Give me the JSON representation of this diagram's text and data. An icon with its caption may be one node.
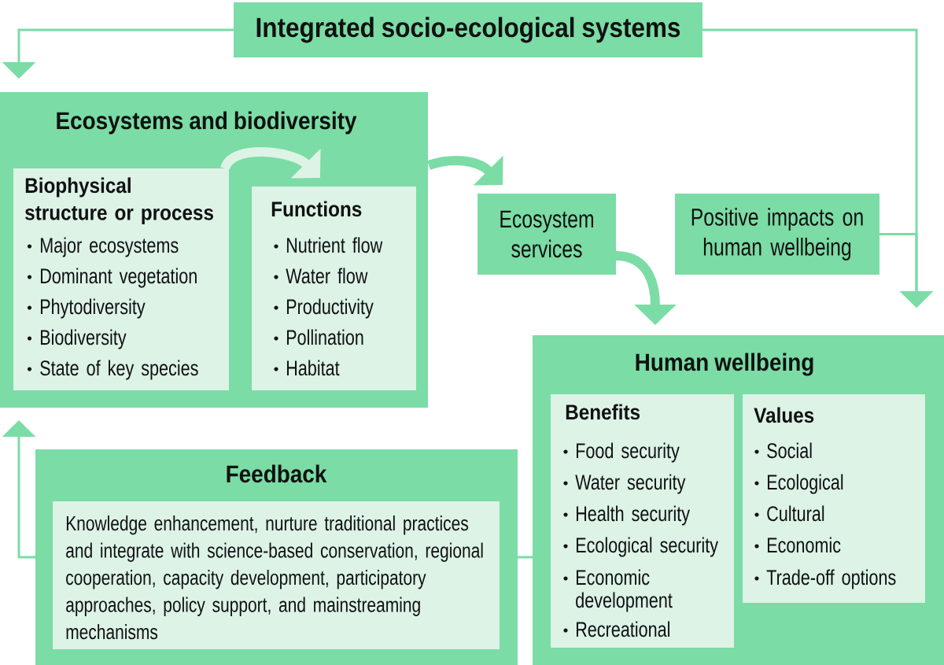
{
  "diagram": {
    "nodes": [
      {
        "text": [
          "Integrated socio-ecological systems"
        ]
      },
      {
        "text": [
          "Ecosystems and biodiversity"
        ]
      },
      {
        "text": [
          "Biophysical structure or process",
          "Major ecosystems",
          "Dominant vegetation",
          "Phytodiversity",
          "Biodiversity",
          "State of key species"
        ],
        "in": 1
      },
      {
        "text": [
          "Functions",
          "Nutrient flow",
          "Water flow",
          "Productivity",
          "Pollination",
          "Habitat"
        ],
        "in": 1
      },
      {
        "text": [
          "Ecosystem services"
        ]
      },
      {
        "text": [
          "Positive impacts on human wellbeing"
        ]
      },
      {
        "text": [
          "Human wellbeing"
        ]
      },
      {
        "text": [
          "Benefits",
          "Food security",
          "Water security",
          "Health security",
          "Ecological security",
          "Economic development",
          "Recreational"
        ],
        "in": 6
      },
      {
        "text": [
          "Values",
          "Social",
          "Ecological",
          "Cultural",
          "Economic",
          "Trade-off options"
        ],
        "in": 6
      },
      {
        "text": [
          "Feedback"
        ]
      },
      {
        "text": [
          "Knowledge enhancement, nurture traditional practices and integrate with science-based conservation, regional cooperation, capacity development, participatory approaches, policy support, and mainstreaming mechanisms"
        ],
        "in": 9
      }
    ],
    "edges": [
      {
        "from": 0,
        "to": 1,
        "arrow": "to"
      },
      {
        "from": 0,
        "to": 6,
        "arrow": "to"
      },
      {
        "from": 2,
        "to": 3,
        "arrow": "to",
        "style": "thick",
        "color": "#dcf3e6"
      },
      {
        "from": 1,
        "to": 4,
        "arrow": "to",
        "style": "thick"
      },
      {
        "from": 4,
        "to": 6,
        "arrow": "to",
        "style": "thick"
      },
      {
        "from": 5,
        "to": 6,
        "arrow": "to"
      },
      {
        "from": 6,
        "to": 9,
        "arrow": "none"
      },
      {
        "from": 9,
        "to": 1,
        "arrow": "to"
      }
    ]
  }
}
